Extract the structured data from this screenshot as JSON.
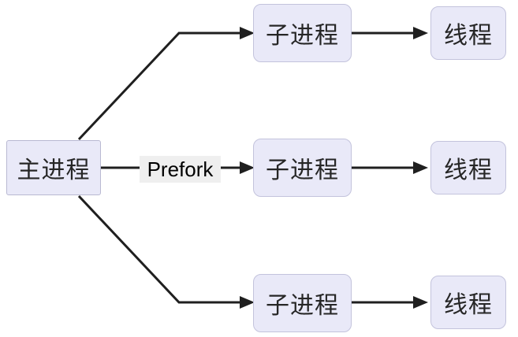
{
  "diagram": {
    "main": {
      "label": "主进程"
    },
    "edge_label": "Prefork",
    "rows": [
      {
        "child": {
          "label": "子进程"
        },
        "thread": {
          "label": "线程"
        }
      },
      {
        "child": {
          "label": "子进程"
        },
        "thread": {
          "label": "线程"
        }
      },
      {
        "child": {
          "label": "子进程"
        },
        "thread": {
          "label": "线程"
        }
      }
    ]
  },
  "colors": {
    "canvas_bg": "#ffffff",
    "node_fill": "#e9e9f8",
    "node_border": "#c3c3dc",
    "main_border": "#b9b9d2",
    "arrow": "#1f1f1f",
    "edge_label_bg": "#efefef",
    "text": "#262626"
  }
}
